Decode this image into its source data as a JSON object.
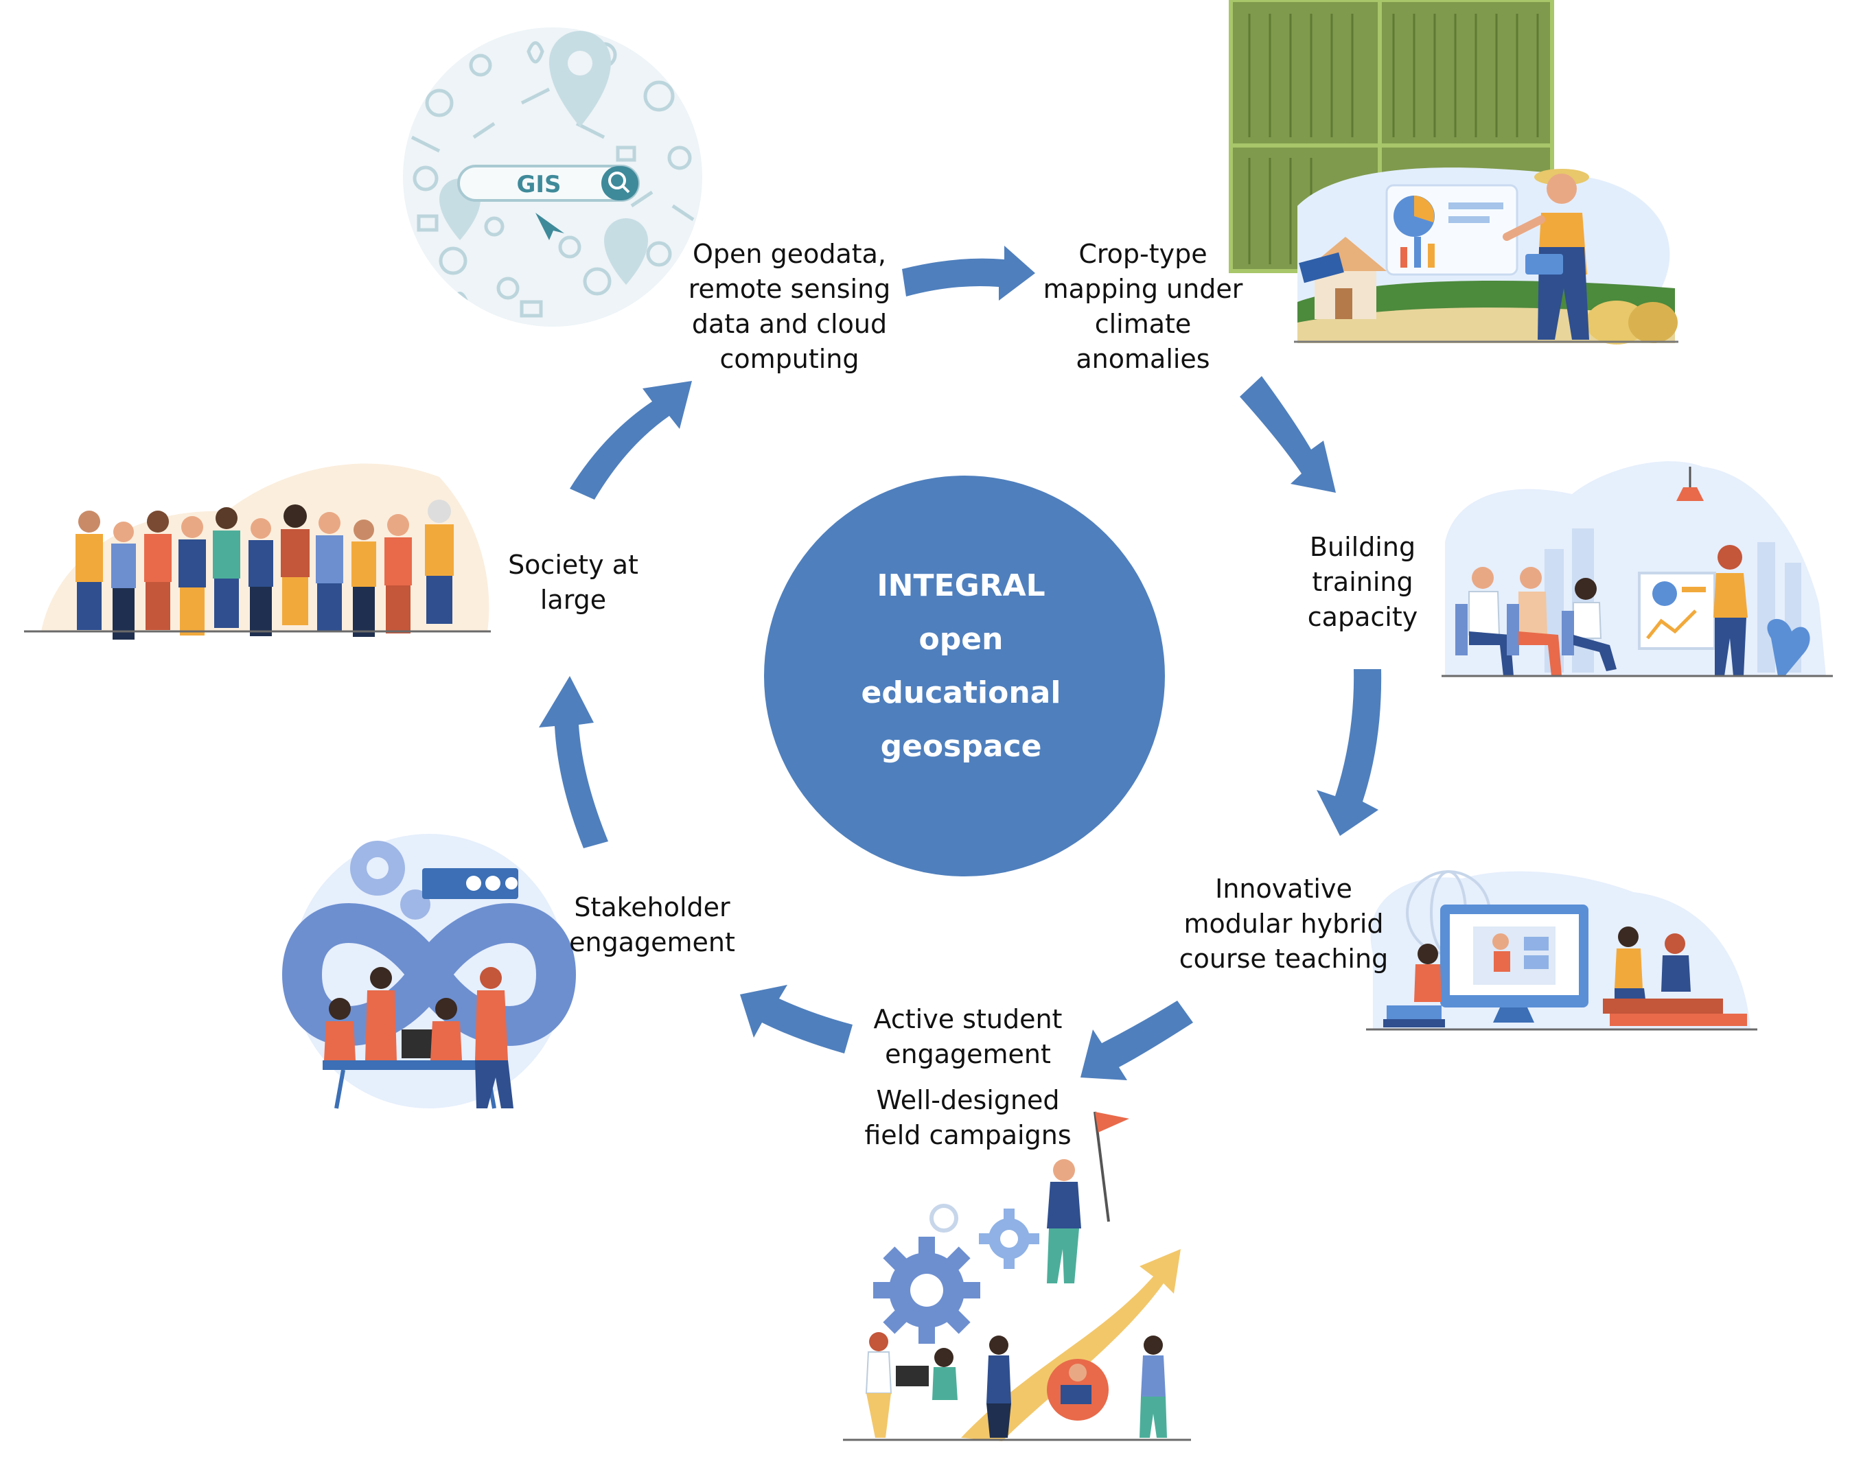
{
  "center": {
    "text": "INTEGRAL\nopen\neducational\ngeospace"
  },
  "nodes": [
    {
      "id": "open-geodata",
      "text": "Open geodata,\nremote sensing\ndata and cloud\ncomputing"
    },
    {
      "id": "crop-mapping",
      "text": "Crop-type\nmapping under\nclimate\nanomalies"
    },
    {
      "id": "training",
      "text": "Building\ntraining\ncapacity"
    },
    {
      "id": "hybrid-teaching",
      "text": "Innovative\nmodular hybrid\ncourse teaching"
    },
    {
      "id": "student-engagement",
      "text": "Active student\nengagement"
    },
    {
      "id": "field-campaigns",
      "text": "Well-designed\nfield campaigns"
    },
    {
      "id": "stakeholder",
      "text": "Stakeholder\nengagement"
    },
    {
      "id": "society",
      "text": "Society at\nlarge"
    }
  ],
  "gis_badge": {
    "text": "GIS"
  },
  "colors": {
    "circle": "#4f7fbd",
    "arrow": "#4f7fbd",
    "text": "#111111"
  },
  "illustrations": [
    {
      "id": "gis-collage",
      "icon": "gis-search-icon"
    },
    {
      "id": "farmer-fields",
      "icon": "farmer-crop-fields-icon"
    },
    {
      "id": "training-room",
      "icon": "training-presentation-icon"
    },
    {
      "id": "online-class",
      "icon": "online-course-icon"
    },
    {
      "id": "teamwork-goal",
      "icon": "team-success-icon"
    },
    {
      "id": "team-meeting",
      "icon": "infinity-teamwork-icon"
    },
    {
      "id": "crowd",
      "icon": "people-crowd-icon"
    }
  ]
}
